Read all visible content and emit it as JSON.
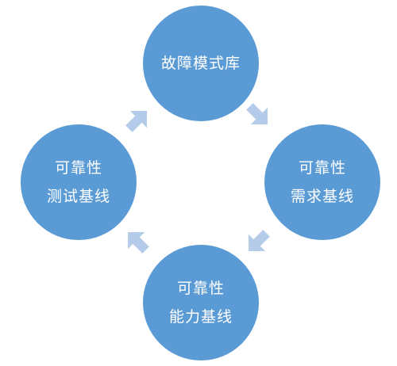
{
  "diagram": {
    "nodes": {
      "top": {
        "lines": [
          "故障模式库"
        ]
      },
      "right": {
        "lines": [
          "可靠性",
          "需求基线"
        ]
      },
      "bottom": {
        "lines": [
          "可靠性",
          "能力基线"
        ]
      },
      "left": {
        "lines": [
          "可靠性",
          "测试基线"
        ]
      }
    },
    "colors": {
      "node_fill": "#5b9bd5",
      "node_text": "#ffffff",
      "arrow_fill": "#b4cce9"
    },
    "flow": [
      "top",
      "right",
      "bottom",
      "left",
      "top"
    ],
    "arrow_icons": [
      "arrow-down-right-icon",
      "arrow-down-left-icon",
      "arrow-up-left-icon",
      "arrow-up-right-icon"
    ]
  }
}
